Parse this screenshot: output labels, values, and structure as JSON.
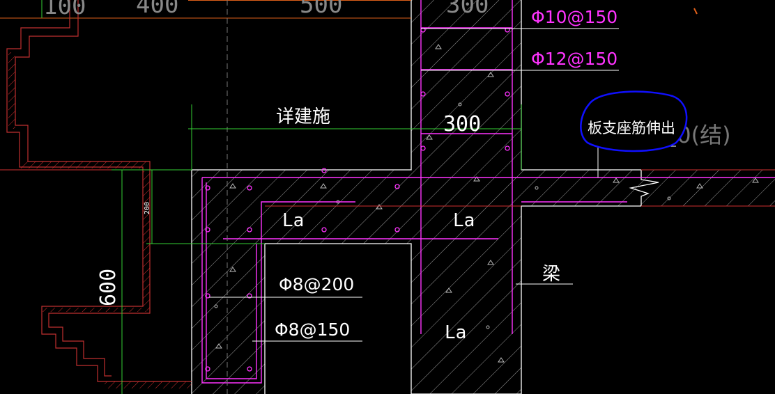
{
  "colors": {
    "background": "#000000",
    "outline": "#ffffff",
    "rebar": "#ff33ff",
    "dim": "#35d035",
    "red": "#d03030",
    "orange": "#e0601a",
    "blue_mark": "#1010ff",
    "hatch": "#a8a8a8"
  },
  "dimensions": {
    "top_100": "100",
    "top_400": "400",
    "top_500": "500",
    "top_300": "300",
    "mid_300": "300",
    "left_600": "600",
    "small_200": "200"
  },
  "labels": {
    "architect_ref": "详建施",
    "rebar_top_1": "Φ10@150",
    "rebar_top_2": "Φ12@150",
    "rebar_left_1": "Φ8@200",
    "rebar_left_2": "Φ8@150",
    "la_1": "La",
    "la_2": "La",
    "la_3": "La",
    "beam": "梁",
    "elevation_struct": "1.300(结)",
    "handwritten_note": "板支座筋伸出"
  }
}
